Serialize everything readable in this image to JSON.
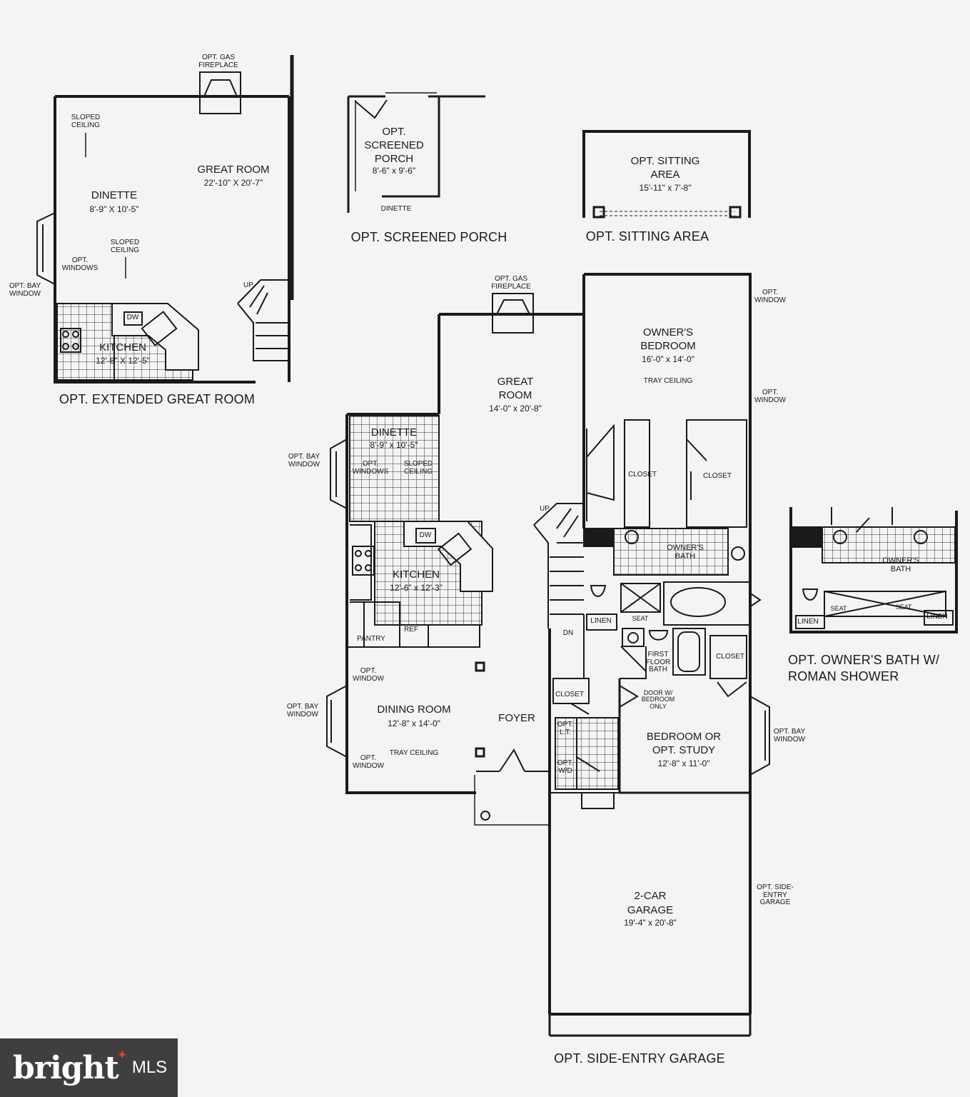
{
  "extended": {
    "fireplace": "OPT. GAS FIREPLACE",
    "sloped1": "SLOPED CEILING",
    "great_room": "GREAT ROOM",
    "great_room_dim": "22'-10\" X 20'-7\"",
    "dinette": "DINETTE",
    "dinette_dim": "8'-9\" X 10'-5\"",
    "sloped2": "SLOPED CEILING",
    "windows": "OPT. WINDOWS",
    "bay": "OPT. BAY WINDOW",
    "up": "UP",
    "dw": "DW",
    "kitchen": "KITCHEN",
    "kitchen_dim": "12'-8\" X 12'-5\"",
    "caption": "OPT. EXTENDED GREAT ROOM"
  },
  "porch": {
    "title": "OPT. SCREENED PORCH",
    "dim": "8'-6\" x 9'-6\"",
    "dinette": "DINETTE",
    "caption": "OPT. SCREENED PORCH"
  },
  "sitting": {
    "title": "OPT. SITTING AREA",
    "dim": "15'-11\" x 7'-8\"",
    "caption": "OPT. SITTING AREA"
  },
  "main": {
    "fireplace": "OPT. GAS FIREPLACE",
    "great_room": "GREAT ROOM",
    "great_room_dim": "14'-0\" x 20'-8\"",
    "owners_bedroom": "OWNER'S BEDROOM",
    "owners_bedroom_dim": "16'-0\" x 14'-0\"",
    "tray_ceiling": "TRAY CEILING",
    "opt_window": "OPT. WINDOW",
    "dinette": "DINETTE",
    "dinette_dim": "8'-9\" x 10'-5\"",
    "opt_windows": "OPT. WINDOWS",
    "sloped": "SLOPED CEILING",
    "bay": "OPT. BAY WINDOW",
    "up": "UP",
    "closet": "CLOSET",
    "owners_bath": "OWNER'S BATH",
    "dw": "DW",
    "kitchen": "KITCHEN",
    "kitchen_dim": "12'-6\" x 12'-3\"",
    "pantry": "PANTRY",
    "ref": "REF",
    "linen": "LINEN",
    "seat": "SEAT",
    "dn": "DN",
    "first_floor_bath": "FIRST FLOOR BATH",
    "dining_room": "DINING ROOM",
    "dining_room_dim": "12'-8\" x 14'-0\"",
    "foyer": "FOYER",
    "door_note": "DOOR W/ BEDROOM ONLY",
    "bedroom": "BEDROOM OR OPT. STUDY",
    "bedroom_dim": "12'-8\" x 11'-0\"",
    "opt_lt": "OPT. L.T.",
    "opt_wd": "OPT. W/D",
    "garage": "2-CAR GARAGE",
    "garage_dim": "19'-4\" x 20'-8\"",
    "side_entry": "OPT. SIDE-ENTRY GARAGE",
    "caption": "OPT. SIDE-ENTRY GARAGE"
  },
  "roman": {
    "owners_bath": "OWNER'S BATH",
    "seat": "SEAT",
    "linen": "LINEN",
    "caption_line1": "OPT. OWNER'S BATH W/",
    "caption_line2": "ROMAN SHOWER"
  },
  "logo": {
    "brand": "bright",
    "suffix": "MLS"
  }
}
